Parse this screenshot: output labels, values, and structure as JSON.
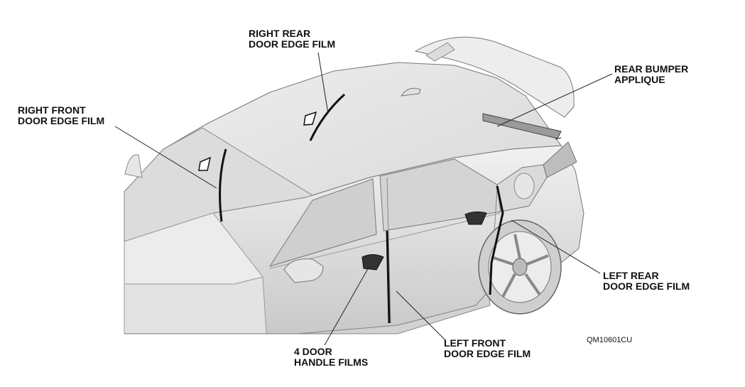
{
  "labels": {
    "right_rear": [
      "RIGHT REAR",
      "DOOR EDGE FILM"
    ],
    "rear_bumper": [
      "REAR BUMPER",
      "APPLIQUE"
    ],
    "right_front": [
      "RIGHT FRONT",
      "DOOR EDGE FILM"
    ],
    "left_rear": [
      "LEFT REAR",
      "DOOR EDGE FILM"
    ],
    "left_front": [
      "LEFT FRONT",
      "DOOR EDGE FILM"
    ],
    "handle_films": [
      "4 DOOR",
      "HANDLE FILMS"
    ]
  },
  "figure_code": "QM10601CU"
}
